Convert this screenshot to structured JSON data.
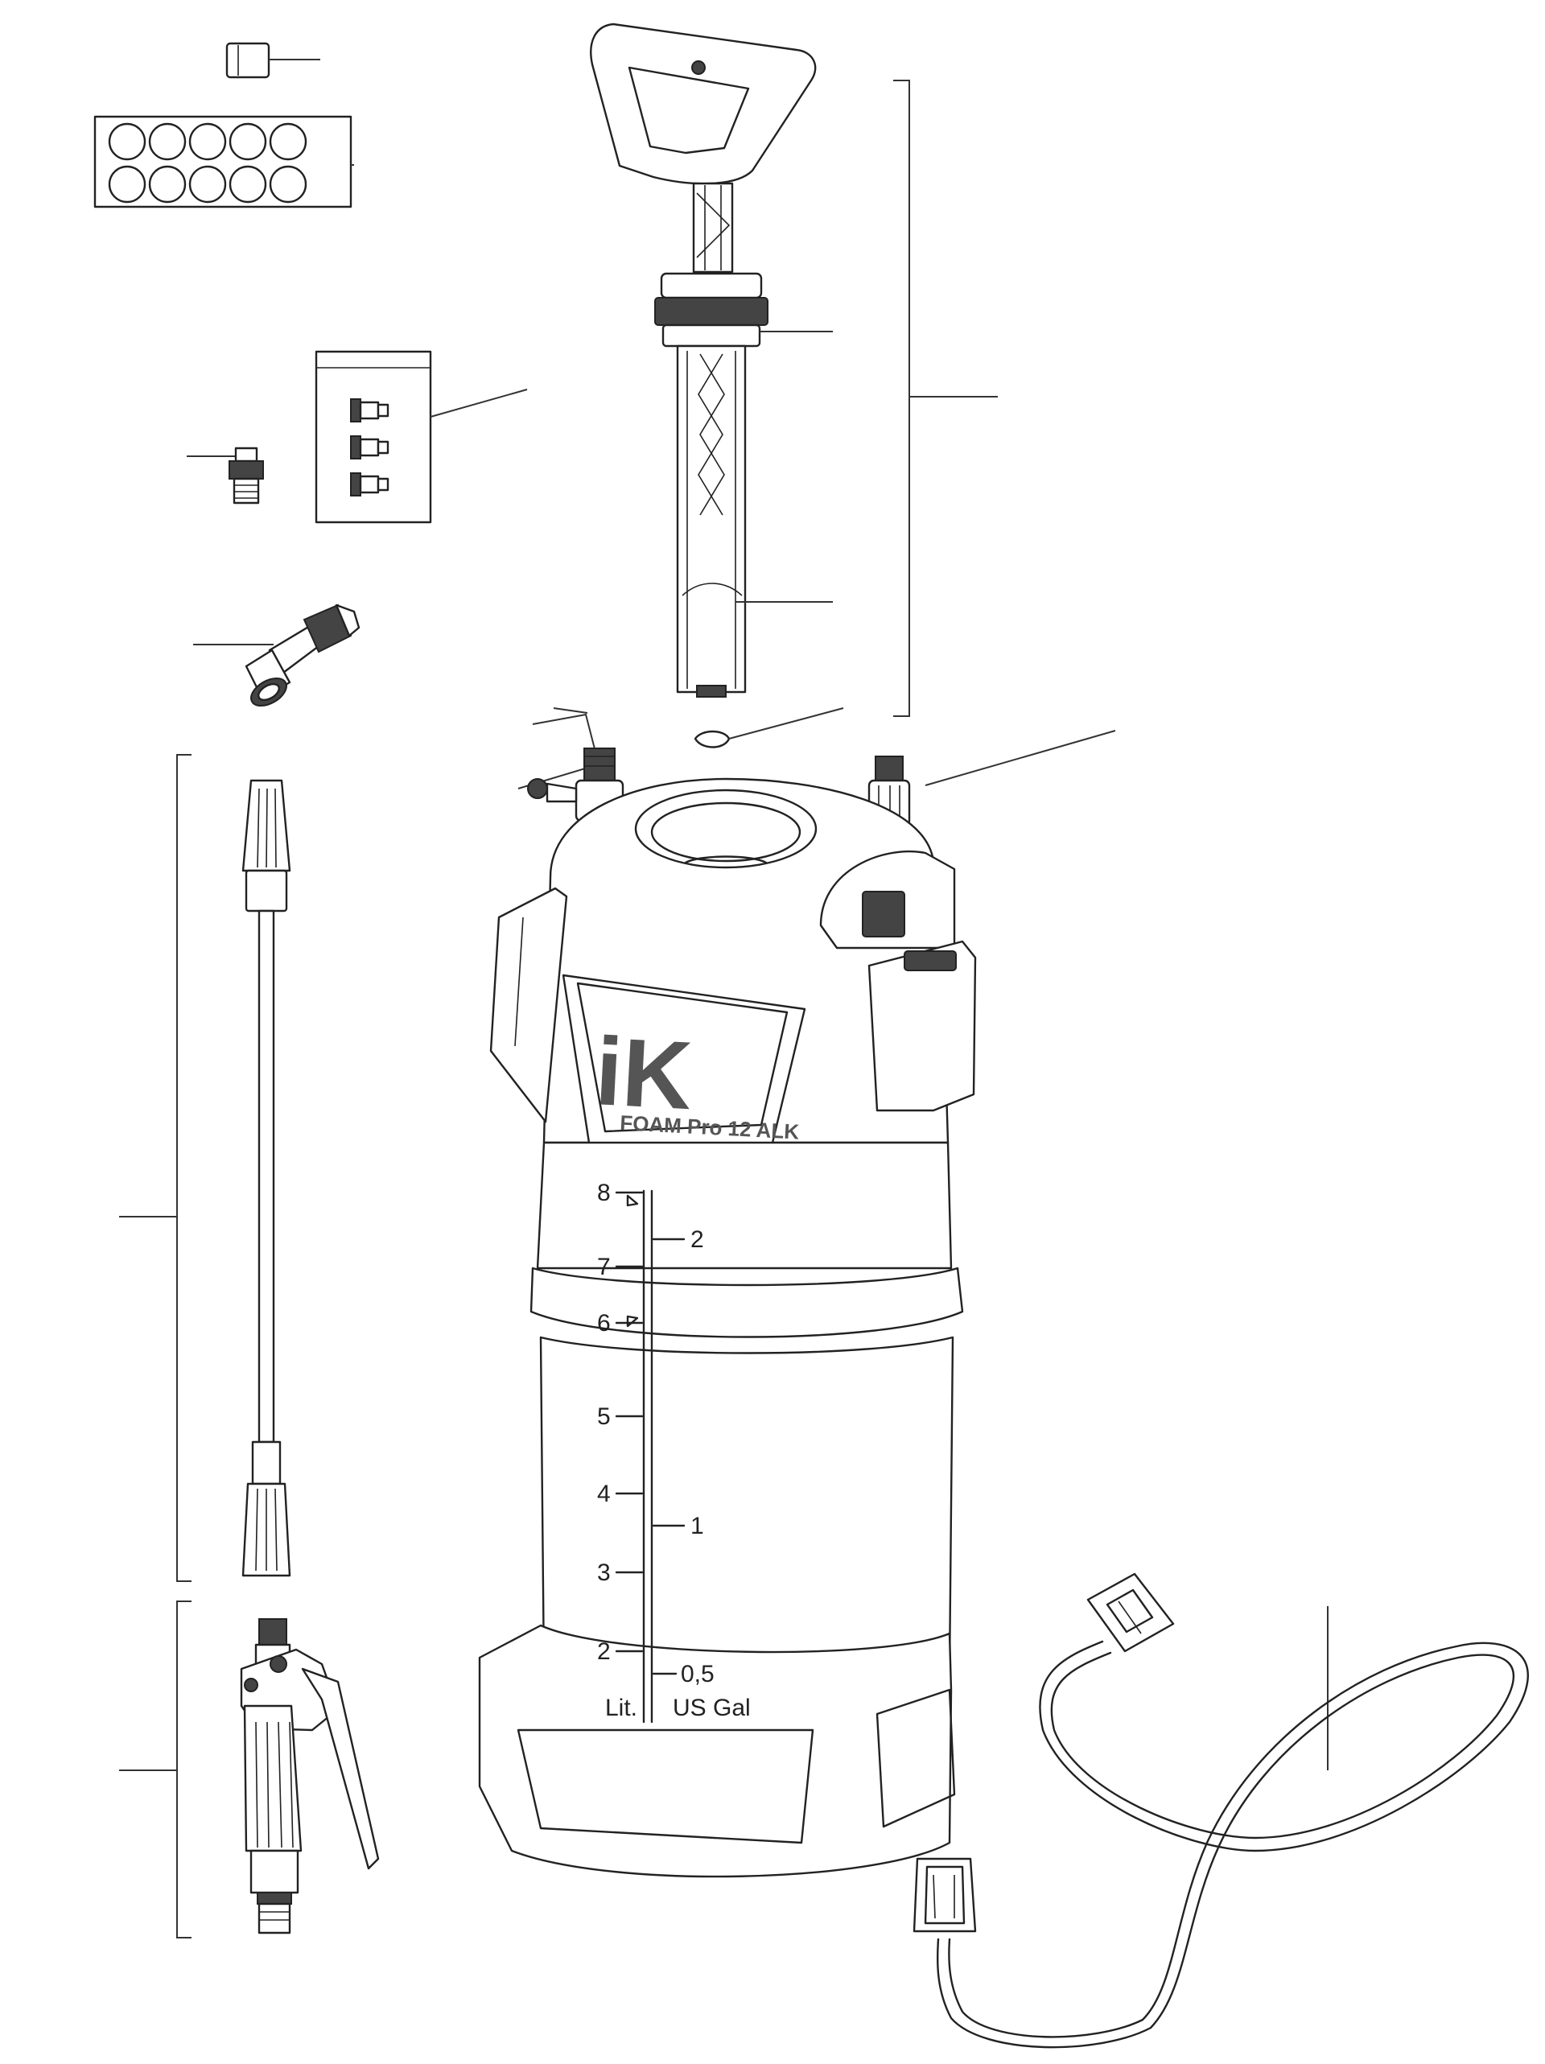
{
  "brand": {
    "logo": "iK",
    "model": "FOAM Pro 12 ALK"
  },
  "scale": {
    "liters_unit": "Lit.",
    "gallons_unit": "US Gal",
    "liters_marks": [
      "8",
      "7",
      "6",
      "5",
      "4",
      "3",
      "2"
    ],
    "gallons_marks": [
      "2",
      "1",
      "0,5"
    ]
  },
  "colors": {
    "line": "#222222",
    "accent_grey": "#555555"
  }
}
